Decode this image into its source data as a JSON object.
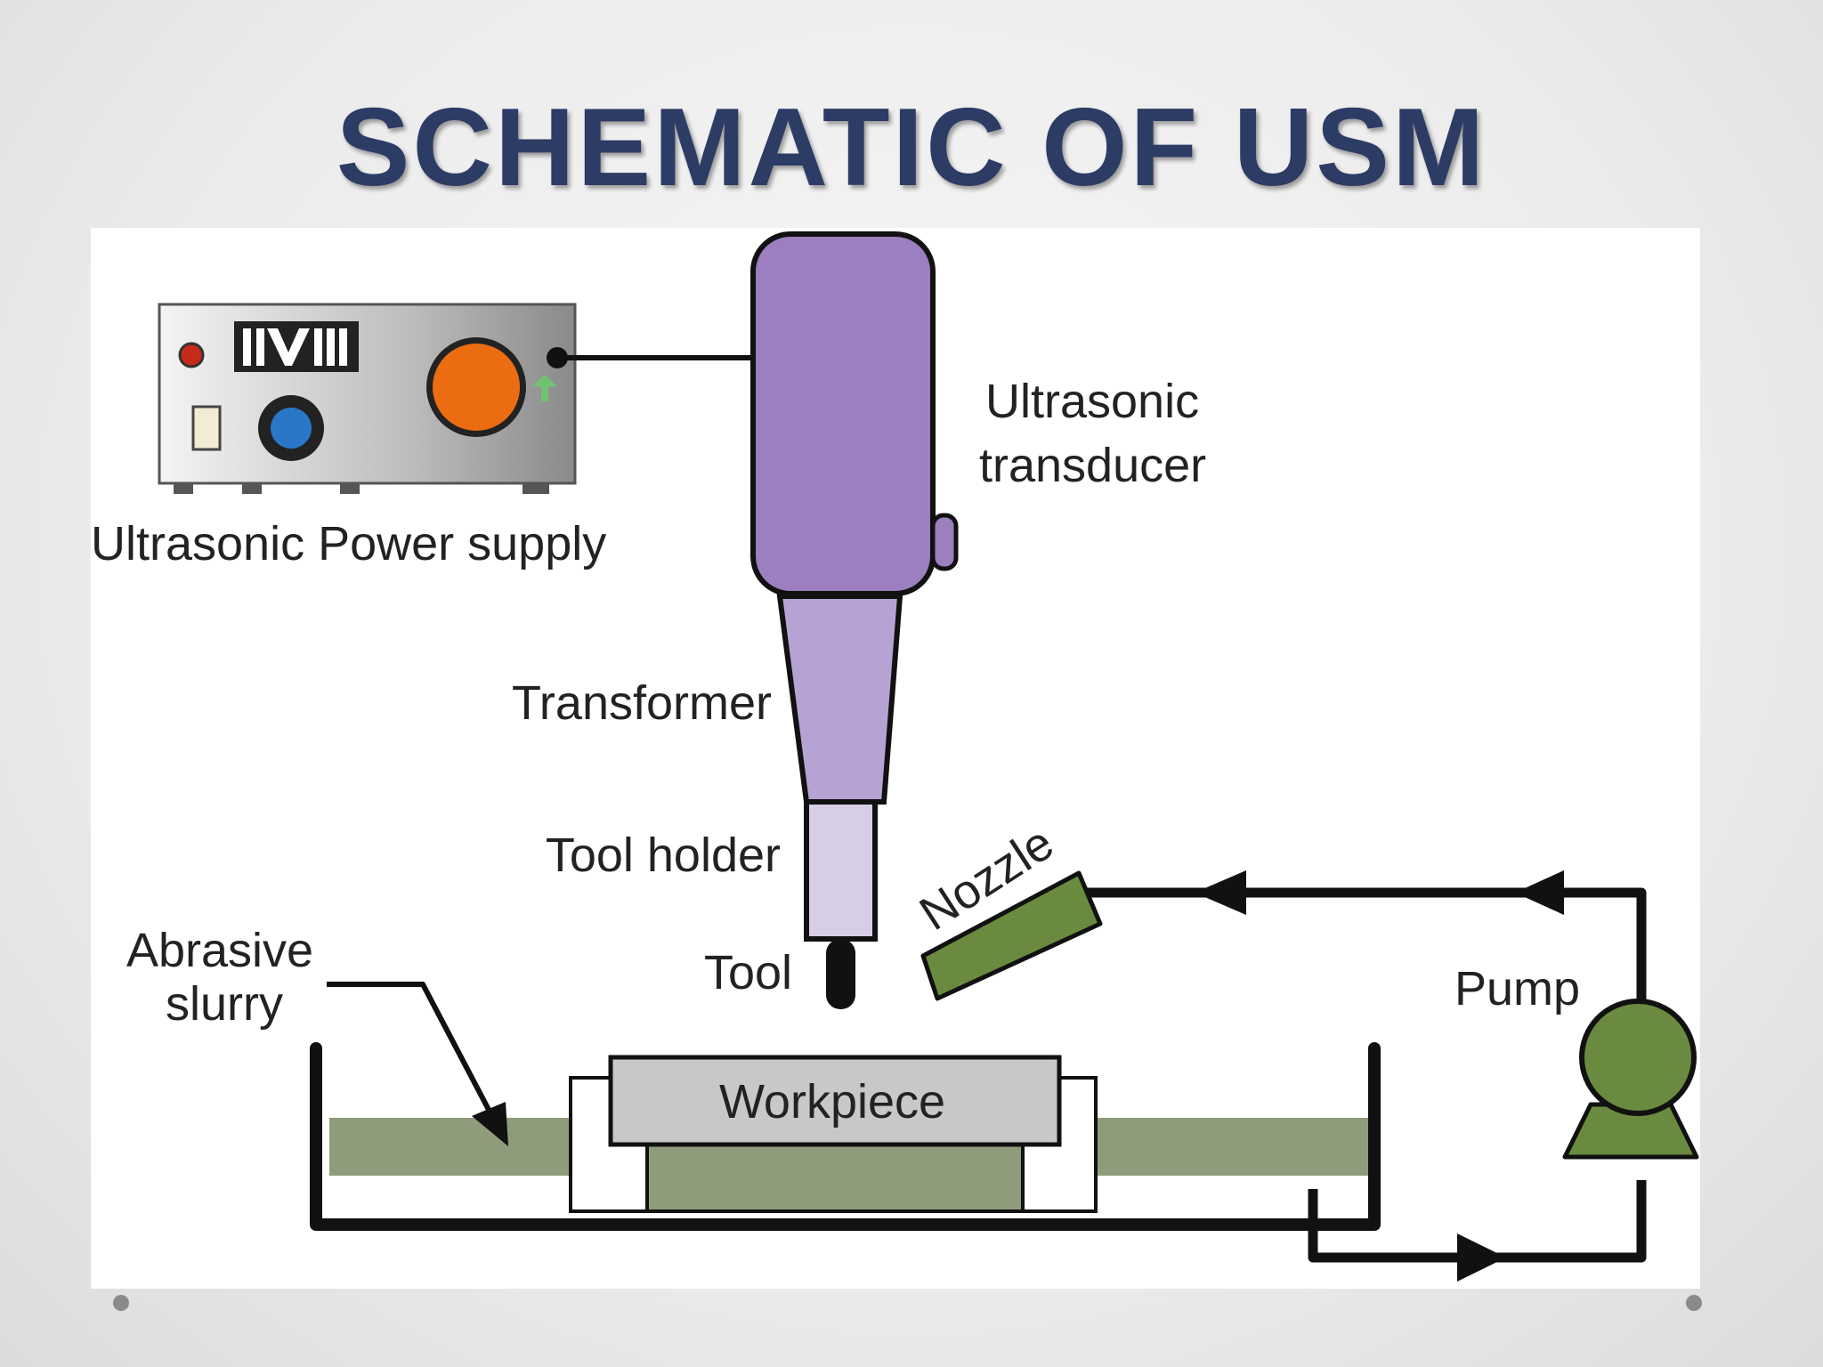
{
  "slide": {
    "title": "SCHEMATIC OF USM"
  },
  "diagram": {
    "labels": {
      "power_supply": "Ultrasonic Power supply",
      "transducer_line1": "Ultrasonic",
      "transducer_line2": "transducer",
      "transformer": "Transformer",
      "tool_holder": "Tool holder",
      "tool": "Tool",
      "abrasive_line1": "Abrasive",
      "abrasive_line2": "slurry",
      "workpiece": "Workpiece",
      "nozzle": "Nozzle",
      "pump": "Pump"
    },
    "colors": {
      "title": "#2d3c65",
      "transducer": "#9b7fbf",
      "transformer": "#b7a3d3",
      "tool_holder": "#d8cde6",
      "slurry": "#8e9c7b",
      "nozzle": "#6a8a3f",
      "pump": "#6a8a3f",
      "workpiece": "#c8c8c8",
      "knob_orange": "#ec6c12",
      "knob_blue": "#2a77c9",
      "indicator_red": "#c62a1a"
    }
  }
}
